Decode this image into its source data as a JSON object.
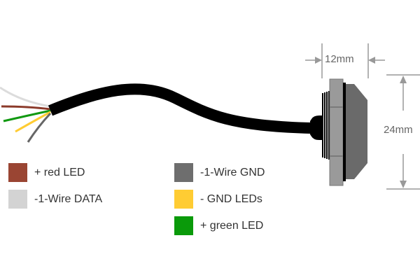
{
  "dimensions": {
    "width_label": "12mm",
    "height_label": "24mm"
  },
  "wires": {
    "white": "#dcdcdc",
    "red": "#8b3a2a",
    "green": "#119911",
    "yellow": "#ffcc33",
    "gray": "#666666",
    "cable": "#000000"
  },
  "legend": {
    "items": [
      {
        "label": "+ red LED",
        "color": "#9a4533"
      },
      {
        "label": "-1-Wire DATA",
        "color": "#d3d3d3"
      },
      {
        "label": "-1-Wire GND",
        "color": "#6e6e6e"
      },
      {
        "label": "- GND LEDs",
        "color": "#ffcc33"
      },
      {
        "label": "+ green LED",
        "color": "#0a9a0a"
      }
    ]
  }
}
